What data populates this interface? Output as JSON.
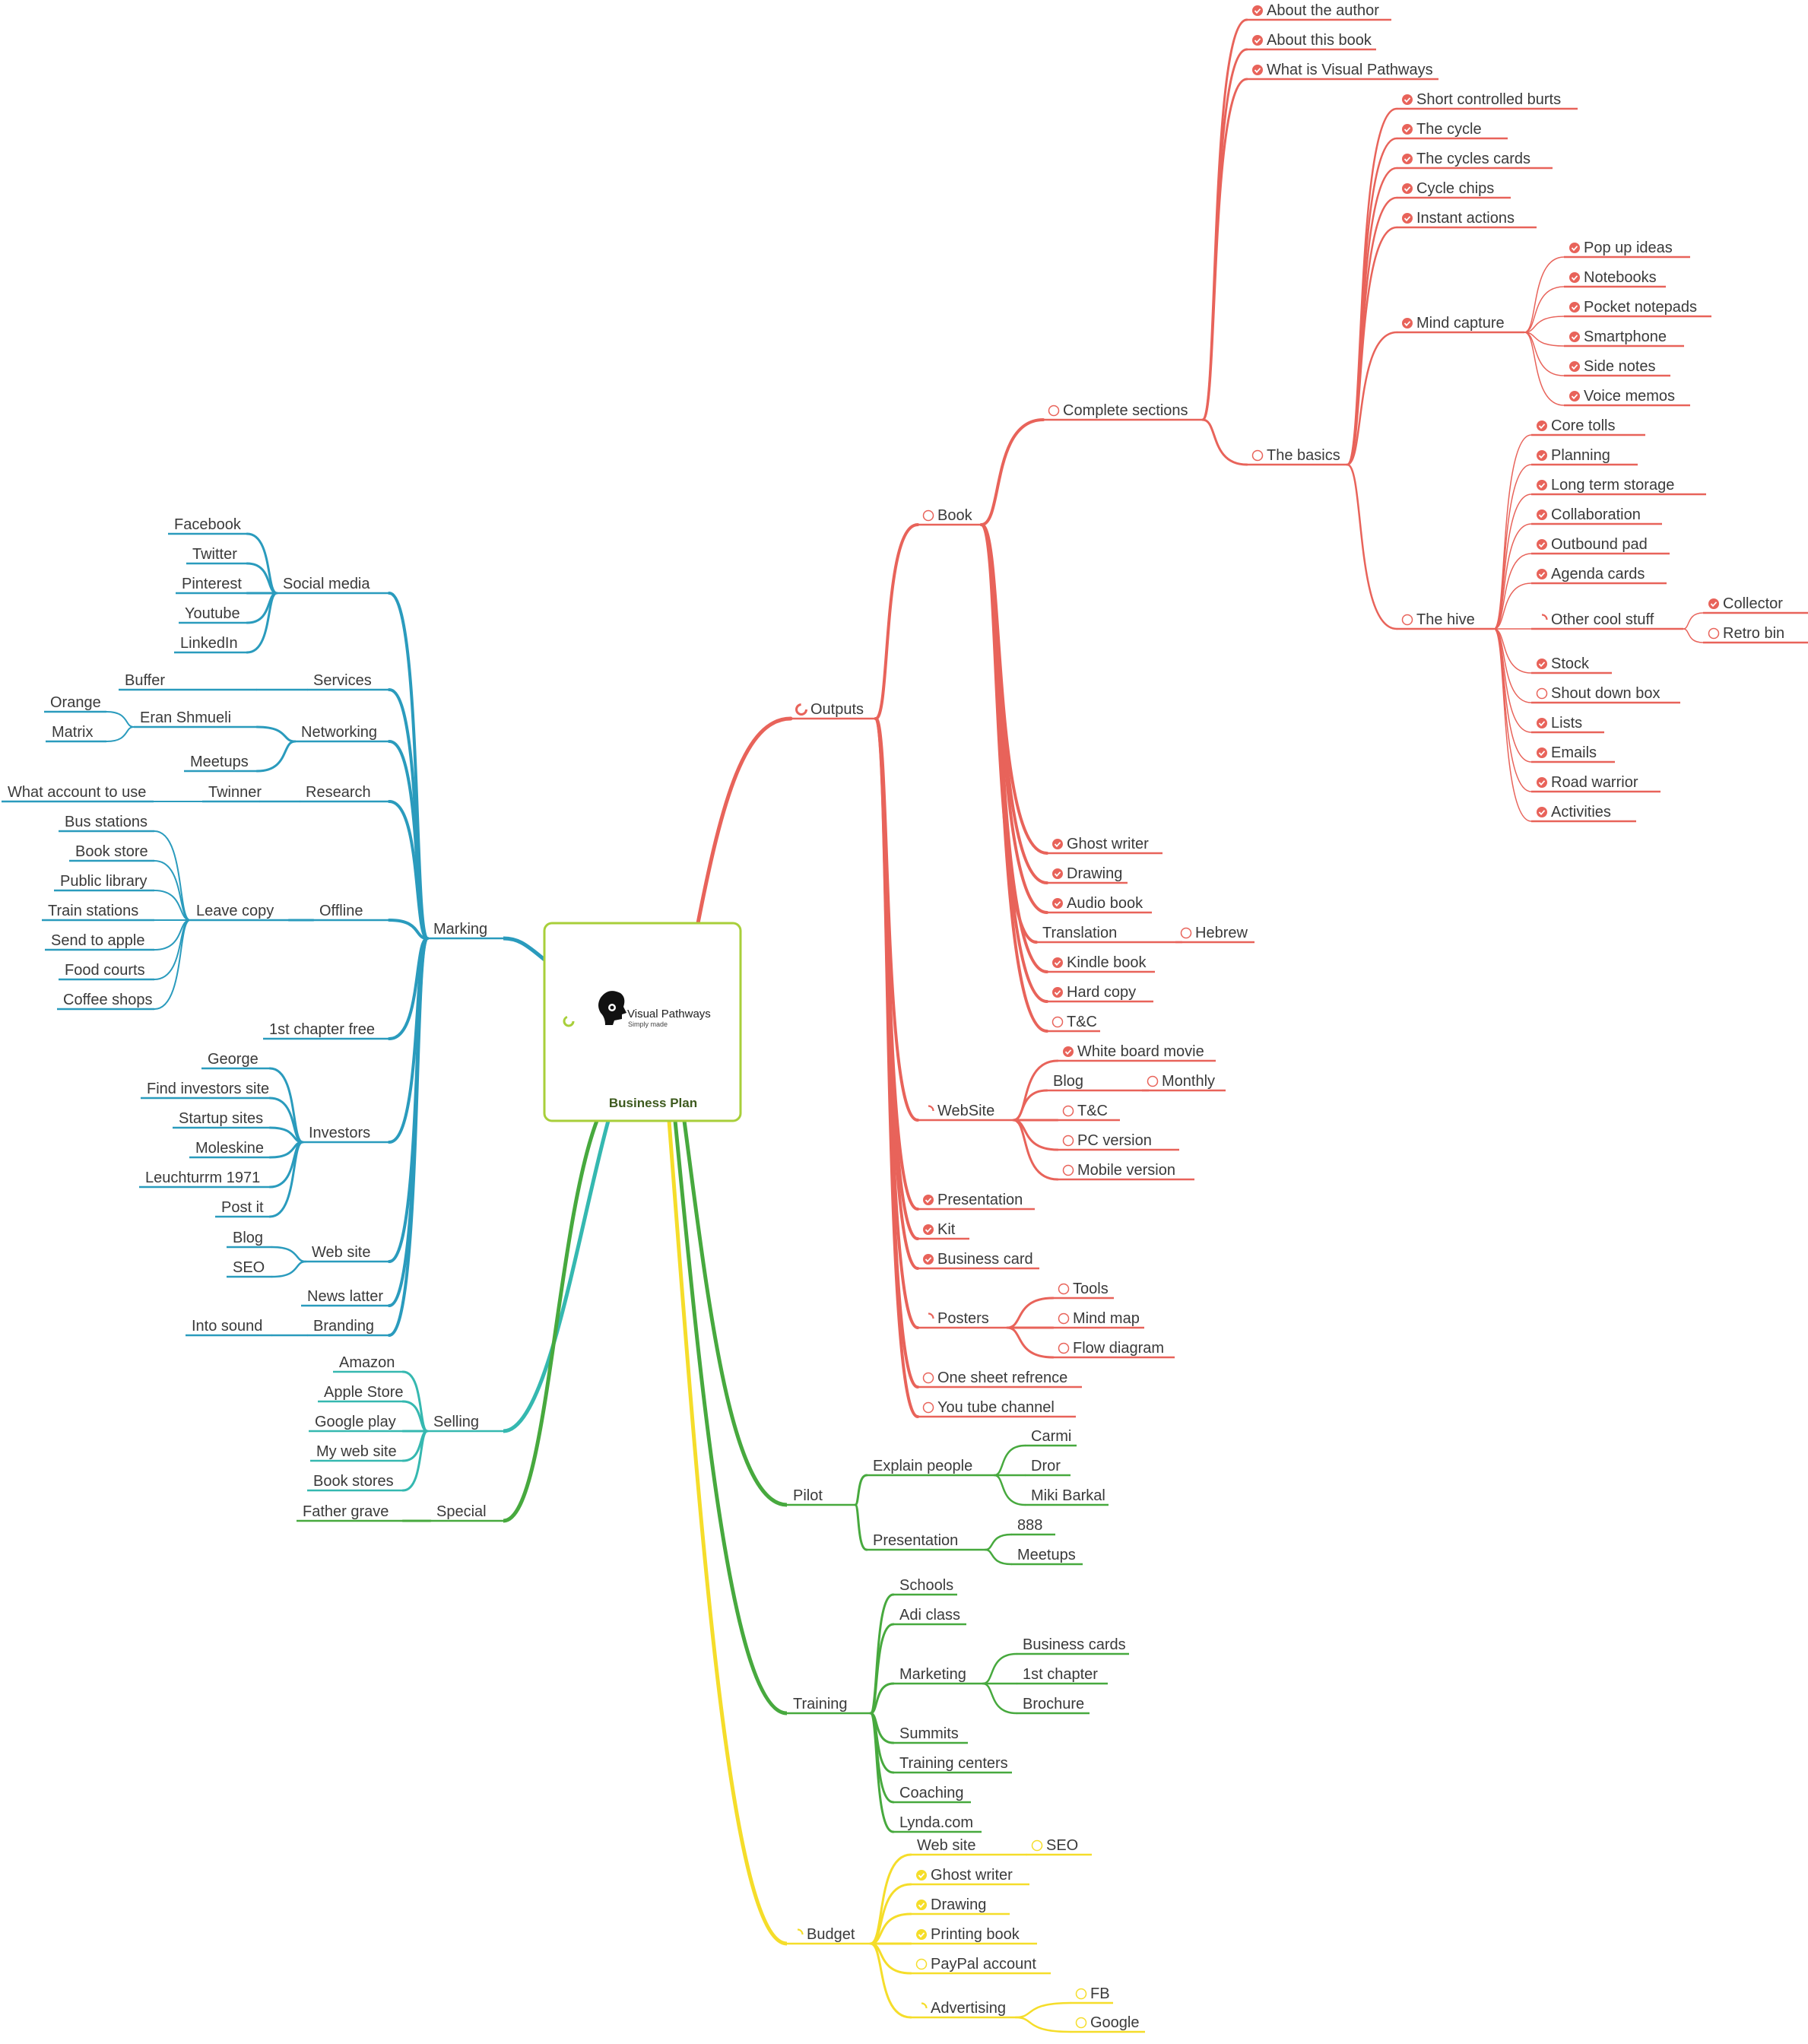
{
  "central": {
    "title": "Business Plan",
    "logo_name": "Visual Pathways",
    "logo_tagline": "Simply made",
    "logo_icon": "head-profile-icon",
    "status_icon": "progress-circle-icon"
  },
  "colors": {
    "outputs": "#e8635a",
    "marking": "#2a9bbd",
    "selling": "#35b8b0",
    "special": "#47a93e",
    "pilot": "#47a93e",
    "training": "#47a93e",
    "budget": "#f5dd2a",
    "central_border": "#a8cf3a"
  },
  "outputs": {
    "label": "Outputs",
    "book": {
      "label": "Book",
      "complete_sections": {
        "label": "Complete sections",
        "items": [
          "About the author",
          "About this book",
          "What is Visual Pathways"
        ],
        "basics": {
          "label": "The basics",
          "items": [
            "Short controlled burts",
            "The cycle",
            "The cycles cards",
            "Cycle chips",
            "Instant actions"
          ],
          "mind_capture": {
            "label": "Mind capture",
            "items": [
              "Pop up ideas",
              "Notebooks",
              "Pocket notepads",
              "Smartphone",
              "Side notes",
              "Voice memos"
            ]
          },
          "hive": {
            "label": "The hive",
            "items_a": [
              "Core tolls",
              "Planning",
              "Long term storage",
              "Collaboration",
              "Outbound pad",
              "Agenda cards"
            ],
            "other": {
              "label": "Other cool stuff",
              "items": [
                "Collector",
                "Retro bin"
              ]
            },
            "items_b": [
              "Stock",
              "Shout down box",
              "Lists",
              "Emails",
              "Road warrior",
              "Activities"
            ]
          }
        }
      },
      "items": [
        "Ghost writer",
        "Drawing",
        "Audio book"
      ],
      "translation": {
        "label": "Translation",
        "child": "Hebrew"
      },
      "items2": [
        "Kindle book",
        "Hard copy",
        "T&C"
      ]
    },
    "website": {
      "label": "WebSite",
      "items": [
        "White board movie"
      ],
      "blog": {
        "label": "Blog",
        "child": "Monthly"
      },
      "items2": [
        "T&C",
        "PC version",
        "Mobile version"
      ]
    },
    "items": [
      "Presentation",
      "Kit",
      "Business card"
    ],
    "posters": {
      "label": "Posters",
      "items": [
        "Tools",
        "Mind map",
        "Flow diagram"
      ]
    },
    "items2": [
      "One sheet refrence",
      "You tube channel"
    ]
  },
  "marking": {
    "label": "Marking",
    "social_media": {
      "label": "Social media",
      "items": [
        "Facebook",
        "Twitter",
        "Pinterest",
        "Youtube",
        "LinkedIn"
      ]
    },
    "services": {
      "label": "Services",
      "child": "Buffer"
    },
    "networking": {
      "label": "Networking",
      "eran": {
        "label": "Eran Shmueli",
        "items": [
          "Orange",
          "Matrix"
        ]
      },
      "items": [
        "Meetups"
      ]
    },
    "research": {
      "label": "Research",
      "child": "Twinner",
      "grandchild": "What account to use"
    },
    "offline": {
      "label": "Offline",
      "leave_copy": {
        "label": "Leave copy",
        "items": [
          "Bus stations",
          "Book store",
          "Public library",
          "Train stations",
          "Send to apple",
          "Food courts",
          "Coffee shops"
        ]
      }
    },
    "first_chapter": "1st chapter free",
    "investors": {
      "label": "Investors",
      "items": [
        "George",
        "Find investors site",
        "Startup sites",
        "Moleskine",
        "Leuchturrm 1971",
        "Post it"
      ]
    },
    "web_site": {
      "label": "Web site",
      "items": [
        "Blog",
        "SEO"
      ]
    },
    "news": "News latter",
    "branding": {
      "label": "Branding",
      "child": "Into sound"
    }
  },
  "selling": {
    "label": "Selling",
    "items": [
      "Amazon",
      "Apple Store",
      "Google play",
      "My web site",
      "Book stores"
    ]
  },
  "special": {
    "label": "Special",
    "child": "Father grave"
  },
  "pilot": {
    "label": "Pilot",
    "explain": {
      "label": "Explain people",
      "items": [
        "Carmi",
        "Dror",
        "Miki Barkal"
      ]
    },
    "presentation": {
      "label": "Presentation",
      "items": [
        "888",
        "Meetups"
      ]
    }
  },
  "training": {
    "label": "Training",
    "items": [
      "Schools",
      "Adi class"
    ],
    "marketing": {
      "label": "Marketing",
      "items": [
        "Business cards",
        "1st chapter",
        "Brochure"
      ]
    },
    "items2": [
      "Summits",
      "Training centers",
      "Coaching",
      "Lynda.com"
    ]
  },
  "budget": {
    "label": "Budget",
    "web_site": {
      "label": "Web site",
      "child": "SEO"
    },
    "items": [
      "Ghost writer",
      "Drawing",
      "Printing book",
      "PayPal account"
    ],
    "advertising": {
      "label": "Advertising",
      "items": [
        "FB",
        "Google"
      ]
    }
  }
}
